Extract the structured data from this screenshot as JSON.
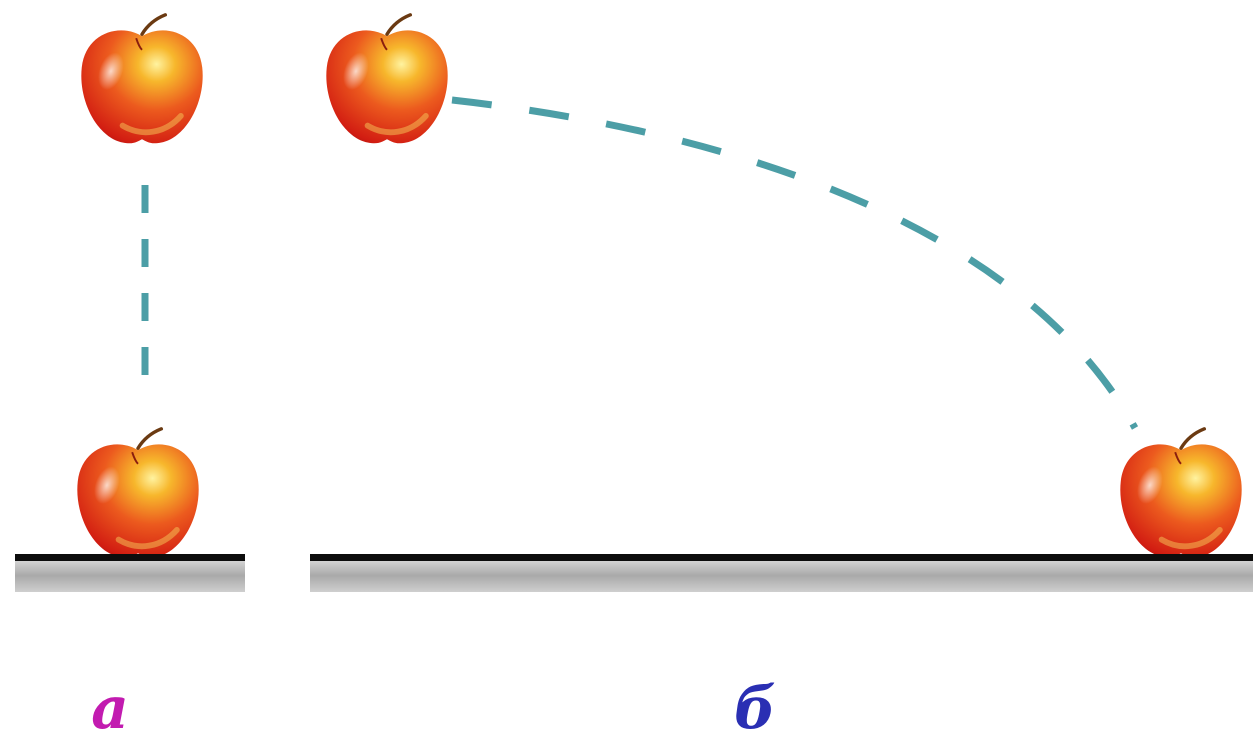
{
  "panels": [
    {
      "id": "a",
      "label": "a",
      "label_color": "#c21bb0"
    },
    {
      "id": "b",
      "label": "б",
      "label_color": "#2a2fb3"
    }
  ],
  "colors": {
    "trajectory": "#4c9ea6",
    "ground_line": "#0d0d0d",
    "ground_fill": "#b9b9b9",
    "apple_red": "#e8321c",
    "apple_yellow": "#f7b72c"
  },
  "icons": {
    "apple": "apple-icon"
  }
}
